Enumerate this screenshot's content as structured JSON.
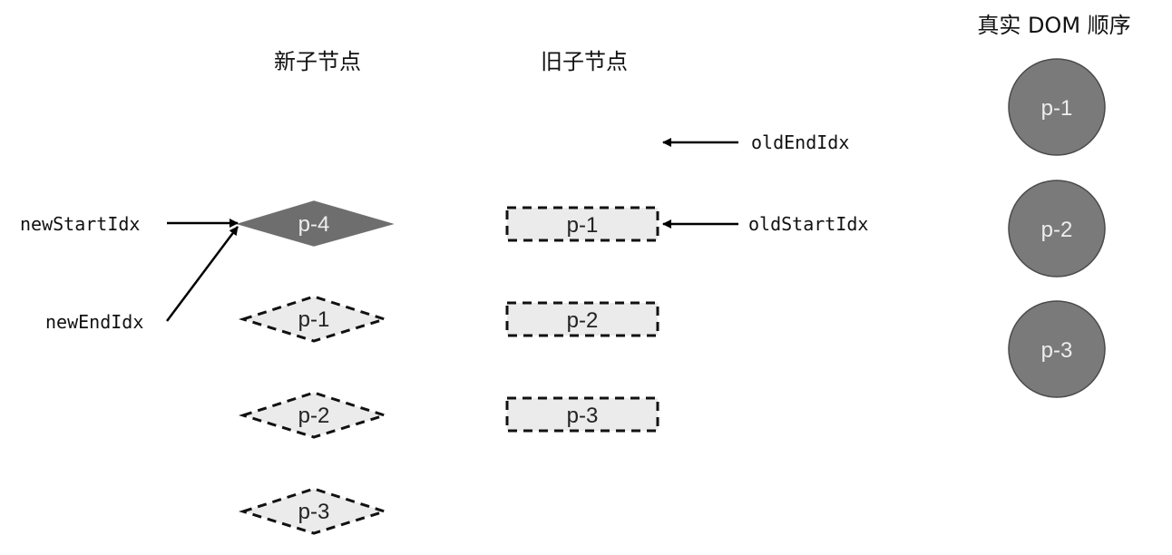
{
  "headers": {
    "new_children": "新子节点",
    "old_children": "旧子节点",
    "real_dom_order": "真实 DOM 顺序"
  },
  "pointers": {
    "new_start_idx": "newStartIdx",
    "new_end_idx": "newEndIdx",
    "old_start_idx": "oldStartIdx",
    "old_end_idx": "oldEndIdx"
  },
  "new_children": [
    {
      "label": "p-4",
      "style": "solid"
    },
    {
      "label": "p-1",
      "style": "dashed"
    },
    {
      "label": "p-2",
      "style": "dashed"
    },
    {
      "label": "p-3",
      "style": "dashed"
    }
  ],
  "old_children": [
    {
      "label": "p-1",
      "style": "dashed"
    },
    {
      "label": "p-2",
      "style": "dashed"
    },
    {
      "label": "p-3",
      "style": "dashed"
    }
  ],
  "real_dom": [
    {
      "label": "p-1"
    },
    {
      "label": "p-2"
    },
    {
      "label": "p-3"
    }
  ],
  "colors": {
    "solid_node": "#6e6e6e",
    "dashed_fill": "#ebebeb",
    "dom_circle": "#7a7a7a"
  }
}
